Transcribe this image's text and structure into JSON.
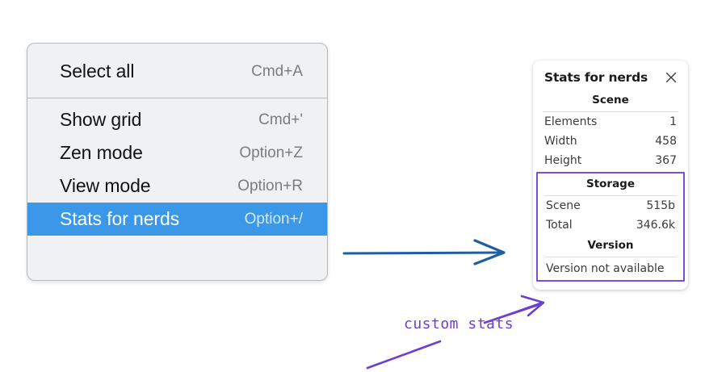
{
  "context_menu": {
    "groups": [
      {
        "items": [
          {
            "label": "Select all",
            "shortcut": "Cmd+A",
            "selected": false
          }
        ]
      },
      {
        "items": [
          {
            "label": "Show grid",
            "shortcut": "Cmd+'",
            "selected": false
          },
          {
            "label": "Zen mode",
            "shortcut": "Option+Z",
            "selected": false
          },
          {
            "label": "View mode",
            "shortcut": "Option+R",
            "selected": false
          },
          {
            "label": "Stats for nerds",
            "shortcut": "Option+/",
            "selected": true
          }
        ]
      }
    ],
    "highlight_color": "#3b97e8"
  },
  "stats_panel": {
    "title": "Stats for nerds",
    "close_icon": "close-icon",
    "scene": {
      "heading": "Scene",
      "rows": [
        {
          "key": "Elements",
          "value": "1"
        },
        {
          "key": "Width",
          "value": "458"
        },
        {
          "key": "Height",
          "value": "367"
        }
      ]
    },
    "storage": {
      "heading": "Storage",
      "rows": [
        {
          "key": "Scene",
          "value": "515b"
        },
        {
          "key": "Total",
          "value": "346.6k"
        }
      ]
    },
    "version": {
      "heading": "Version",
      "text": "Version not available"
    },
    "highlight_border_color": "#7c4dd6"
  },
  "annotations": {
    "custom_stats_label": "custom stats",
    "arrow_blue_color": "#1f5fa0",
    "arrow_purple_color": "#6b3fd4"
  }
}
